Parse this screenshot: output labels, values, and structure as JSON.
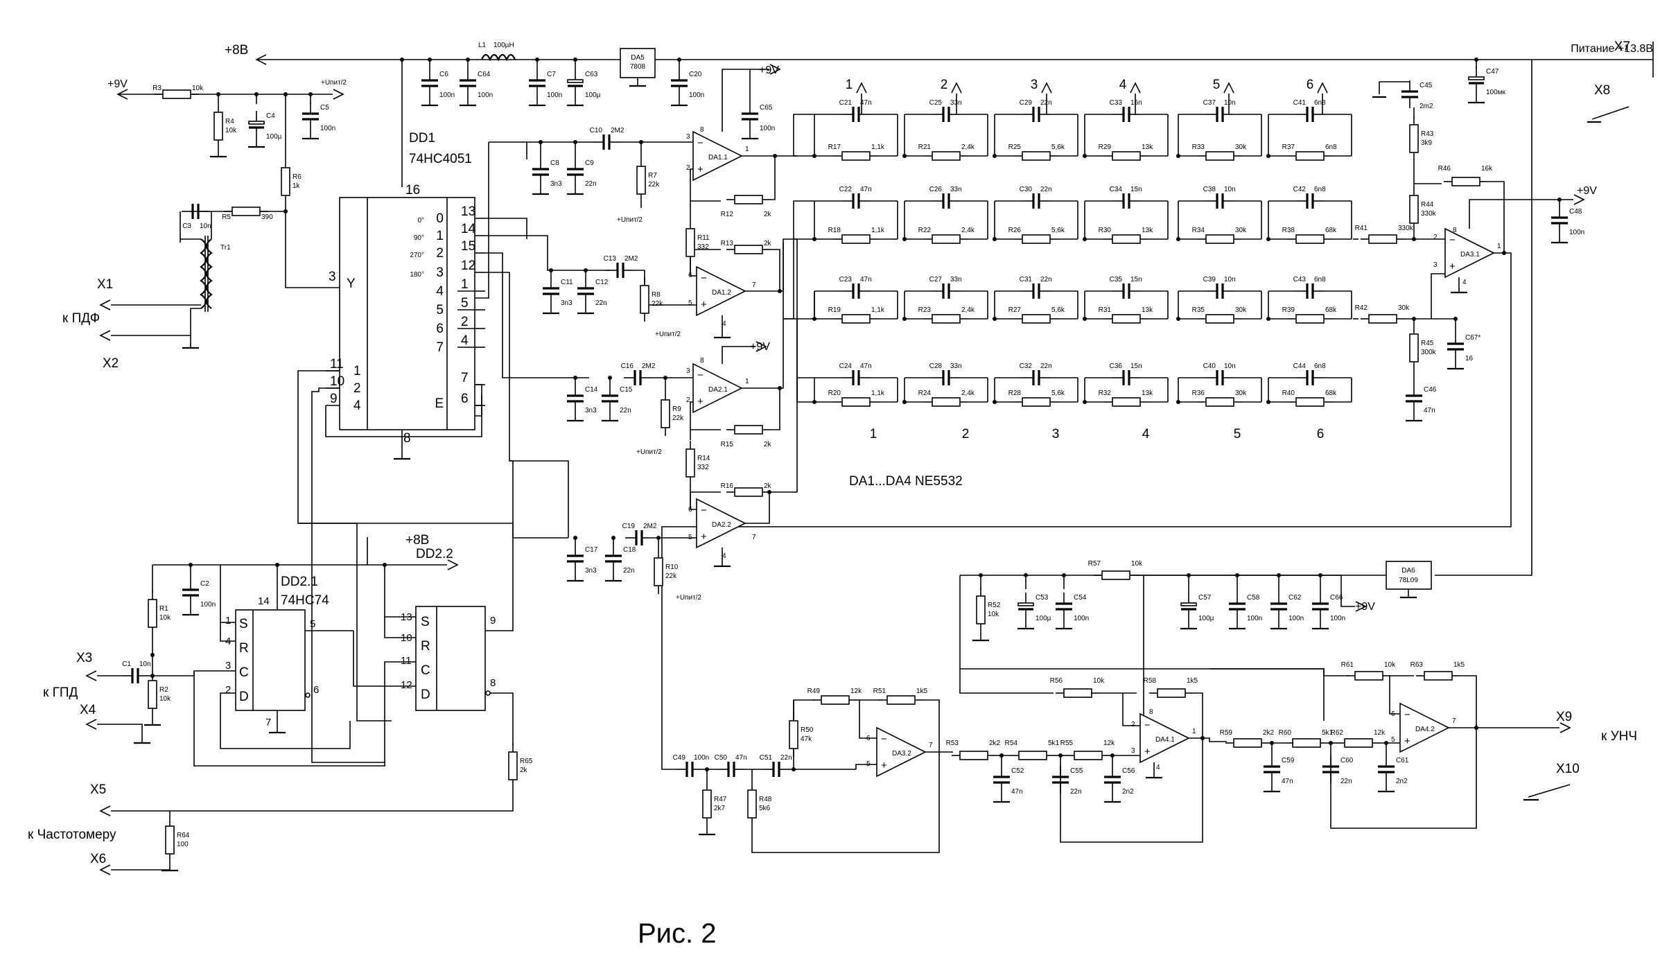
{
  "caption": "Рис. 2",
  "note": "DA1...DA4 NE5532",
  "rails": {
    "plus8": "+8В",
    "plus8_dd2": "+8В",
    "supply": "Питание +13.8В",
    "plus9": "+9V",
    "uhalf": "+Uпит/2"
  },
  "connectors": {
    "x1": "X1",
    "x2": "X2",
    "pdf": "к ПДФ",
    "x3": "X3",
    "x4": "X4",
    "gpd": "к ГПД",
    "x5": "X5",
    "x6": "X6",
    "freq": "к Частотомеру",
    "x7": "X7",
    "x8": "X8",
    "x9": "X9",
    "x10": "X10",
    "unch": "к УНЧ"
  },
  "dd1": {
    "name": "DD1",
    "type": "74HC4051",
    "pin16": "16",
    "pin3": "3",
    "y": "Y",
    "pins_right": [
      "13",
      "14",
      "15",
      "12",
      "1",
      "5",
      "2",
      "4",
      "7",
      "6"
    ],
    "chan_labels": [
      "0",
      "1",
      "2",
      "3",
      "4",
      "5",
      "6",
      "7",
      "E"
    ],
    "phases": [
      "0°",
      "90°",
      "270°",
      "180°"
    ],
    "pins_left": [
      "11",
      "10",
      "9"
    ],
    "addr": [
      "1",
      "2",
      "4"
    ],
    "pin8": "8"
  },
  "dd2": {
    "a_name": "DD2.1",
    "a_type": "74HC74",
    "b_name": "DD2.2",
    "a_pins": [
      "1",
      "4",
      "3",
      "2",
      "14",
      "5",
      "6",
      "7"
    ],
    "b_pins": [
      "13",
      "10",
      "11",
      "12",
      "9",
      "8"
    ],
    "inputs": [
      "S",
      "R",
      "C",
      "D"
    ]
  },
  "regulators": {
    "da5_name": "DA5",
    "da5_type": "7808",
    "da6_name": "DA6",
    "da6_type": "78L09"
  },
  "inductor": {
    "name": "L1",
    "value": "100µH"
  },
  "transformer": "Tr1",
  "opamps": [
    {
      "name": "DA1.1",
      "pins": [
        "3",
        "2",
        "1",
        "8"
      ]
    },
    {
      "name": "DA1.2",
      "pins": [
        "6",
        "5",
        "7",
        "4"
      ]
    },
    {
      "name": "DA2.1",
      "pins": [
        "3",
        "2",
        "1",
        "8"
      ]
    },
    {
      "name": "DA2.2",
      "pins": [
        "6",
        "5",
        "7",
        "4"
      ]
    },
    {
      "name": "DA3.1",
      "pins": [
        "2",
        "3",
        "1",
        "8",
        "4"
      ]
    },
    {
      "name": "DA3.2",
      "pins": [
        "6",
        "5",
        "7"
      ]
    },
    {
      "name": "DA4.1",
      "pins": [
        "2",
        "3",
        "1",
        "8",
        "4"
      ]
    },
    {
      "name": "DA4.2",
      "pins": [
        "6",
        "5",
        "7"
      ]
    }
  ],
  "phase_numbers": [
    "1",
    "2",
    "3",
    "4",
    "5",
    "6"
  ],
  "components": {
    "R1": [
      "R1",
      "10k"
    ],
    "R2": [
      "R2",
      "10k"
    ],
    "R3": [
      "R3",
      "10k"
    ],
    "R4": [
      "R4",
      "10k"
    ],
    "R5": [
      "R5",
      "390"
    ],
    "R6": [
      "R6",
      "1k"
    ],
    "R7": [
      "R7",
      "22k"
    ],
    "R8": [
      "R8",
      "22k"
    ],
    "R9": [
      "R9",
      "22k"
    ],
    "R10": [
      "R10",
      "22k"
    ],
    "R11": [
      "R11",
      "332"
    ],
    "R12": [
      "R12",
      "2k"
    ],
    "R13": [
      "R13",
      "2k"
    ],
    "R14": [
      "R14",
      "332"
    ],
    "R15": [
      "R15",
      "2k"
    ],
    "R16": [
      "R16",
      "2k"
    ],
    "R17": [
      "R17",
      "1,1k"
    ],
    "R18": [
      "R18",
      "1,1k"
    ],
    "R19": [
      "R19",
      "1,1k"
    ],
    "R20": [
      "R20",
      "1,1k"
    ],
    "R21": [
      "R21",
      "2,4k"
    ],
    "R22": [
      "R22",
      "2,4k"
    ],
    "R23": [
      "R23",
      "2,4k"
    ],
    "R24": [
      "R24",
      "2,4k"
    ],
    "R25": [
      "R25",
      "5,6k"
    ],
    "R26": [
      "R26",
      "5,6k"
    ],
    "R27": [
      "R27",
      "5,6k"
    ],
    "R28": [
      "R28",
      "5,6k"
    ],
    "R29": [
      "R29",
      "13k"
    ],
    "R30": [
      "R30",
      "13k"
    ],
    "R31": [
      "R31",
      "13k"
    ],
    "R32": [
      "R32",
      "13k"
    ],
    "R33": [
      "R33",
      "30k"
    ],
    "R34": [
      "R34",
      "30k"
    ],
    "R35": [
      "R35",
      "30k"
    ],
    "R36": [
      "R36",
      "30k"
    ],
    "R37": [
      "R37",
      "6n8"
    ],
    "R38": [
      "R38",
      "68k"
    ],
    "R39": [
      "R39",
      "68k"
    ],
    "R40": [
      "R40",
      "68k"
    ],
    "R41": [
      "R41",
      "330k"
    ],
    "R42": [
      "R42",
      "30k"
    ],
    "R43": [
      "R43",
      "3k9"
    ],
    "R44": [
      "R44",
      "330k"
    ],
    "R45": [
      "R45",
      "300k"
    ],
    "R46": [
      "R46",
      "16k"
    ],
    "R47": [
      "R47",
      "2k7"
    ],
    "R48": [
      "R48",
      "5k6"
    ],
    "R49": [
      "R49",
      "12k"
    ],
    "R50": [
      "R50",
      "47k"
    ],
    "R51": [
      "R51",
      "1k5"
    ],
    "R52": [
      "R52",
      "10k"
    ],
    "R53": [
      "R53",
      "2k2"
    ],
    "R54": [
      "R54",
      "5k1"
    ],
    "R55": [
      "R55",
      "12k"
    ],
    "R56": [
      "R56",
      "10k"
    ],
    "R57": [
      "R57",
      "10k"
    ],
    "R58": [
      "R58",
      "1k5"
    ],
    "R59": [
      "R59",
      "2k2"
    ],
    "R60": [
      "R60",
      "5k1"
    ],
    "R61": [
      "R61",
      "10k"
    ],
    "R62": [
      "R62",
      "12k"
    ],
    "R63": [
      "R63",
      "1k5"
    ],
    "R64": [
      "R64",
      "100"
    ],
    "R65": [
      "R65",
      "2k"
    ],
    "C1": [
      "C1",
      "10n"
    ],
    "C2": [
      "C2",
      "100n"
    ],
    "C3": [
      "C3",
      "10n"
    ],
    "C4": [
      "C4",
      "100µ"
    ],
    "C5": [
      "C5",
      "100n"
    ],
    "C6": [
      "C6",
      "100n"
    ],
    "C7": [
      "C7",
      "100n"
    ],
    "C8": [
      "C8",
      "3n3"
    ],
    "C9": [
      "C9",
      "22n"
    ],
    "C10": [
      "C10",
      "2M2"
    ],
    "C11": [
      "C11",
      "3n3"
    ],
    "C12": [
      "C12",
      "22n"
    ],
    "C13": [
      "C13",
      "2M2"
    ],
    "C14": [
      "C14",
      "3n3"
    ],
    "C15": [
      "C15",
      "22n"
    ],
    "C16": [
      "C16",
      "2M2"
    ],
    "C17": [
      "C17",
      "3n3"
    ],
    "C18": [
      "C18",
      "22n"
    ],
    "C19": [
      "C19",
      "2M2"
    ],
    "C20": [
      "C20",
      "100n"
    ],
    "C21": [
      "C21",
      "47n"
    ],
    "C22": [
      "C22",
      "47n"
    ],
    "C23": [
      "C23",
      "47n"
    ],
    "C24": [
      "C24",
      "47n"
    ],
    "C25": [
      "C25",
      "33n"
    ],
    "C26": [
      "C26",
      "33n"
    ],
    "C27": [
      "C27",
      "33n"
    ],
    "C28": [
      "C28",
      "33n"
    ],
    "C29": [
      "C29",
      "22n"
    ],
    "C30": [
      "C30",
      "22n"
    ],
    "C31": [
      "C31",
      "22n"
    ],
    "C32": [
      "C32",
      "22n"
    ],
    "C33": [
      "C33",
      "15n"
    ],
    "C34": [
      "C34",
      "15n"
    ],
    "C35": [
      "C35",
      "15n"
    ],
    "C36": [
      "C36",
      "15n"
    ],
    "C37": [
      "C37",
      "10n"
    ],
    "C38": [
      "C38",
      "10n"
    ],
    "C39": [
      "C39",
      "10n"
    ],
    "C40": [
      "C40",
      "10n"
    ],
    "C41": [
      "C41",
      "6n8"
    ],
    "C42": [
      "C42",
      "6n8"
    ],
    "C43": [
      "C43",
      "6n8"
    ],
    "C44": [
      "C44",
      "6n8"
    ],
    "C45": [
      "C45",
      "2m2"
    ],
    "C46": [
      "C46",
      "47n"
    ],
    "C47": [
      "C47",
      "100мк"
    ],
    "C48": [
      "C48",
      "100n"
    ],
    "C49": [
      "C49",
      "100n"
    ],
    "C50": [
      "C50",
      "47n"
    ],
    "C51": [
      "C51",
      "22n"
    ],
    "C52": [
      "C52",
      "47n"
    ],
    "C53": [
      "C53",
      "100µ"
    ],
    "C54": [
      "C54",
      "100n"
    ],
    "C55": [
      "C55",
      "22n"
    ],
    "C56": [
      "C56",
      "2n2"
    ],
    "C57": [
      "C57",
      "100µ"
    ],
    "C58": [
      "C58",
      "100n"
    ],
    "C59": [
      "C59",
      "47n"
    ],
    "C60": [
      "C60",
      "22n"
    ],
    "C61": [
      "C61",
      "2n2"
    ],
    "C62": [
      "C62",
      "100n"
    ],
    "C63": [
      "C63",
      "100µ"
    ],
    "C64": [
      "C64",
      "100n"
    ],
    "C65": [
      "C65",
      "100n"
    ],
    "C66": [
      "C66",
      "100n"
    ],
    "C67": [
      "C67*",
      "16"
    ]
  }
}
